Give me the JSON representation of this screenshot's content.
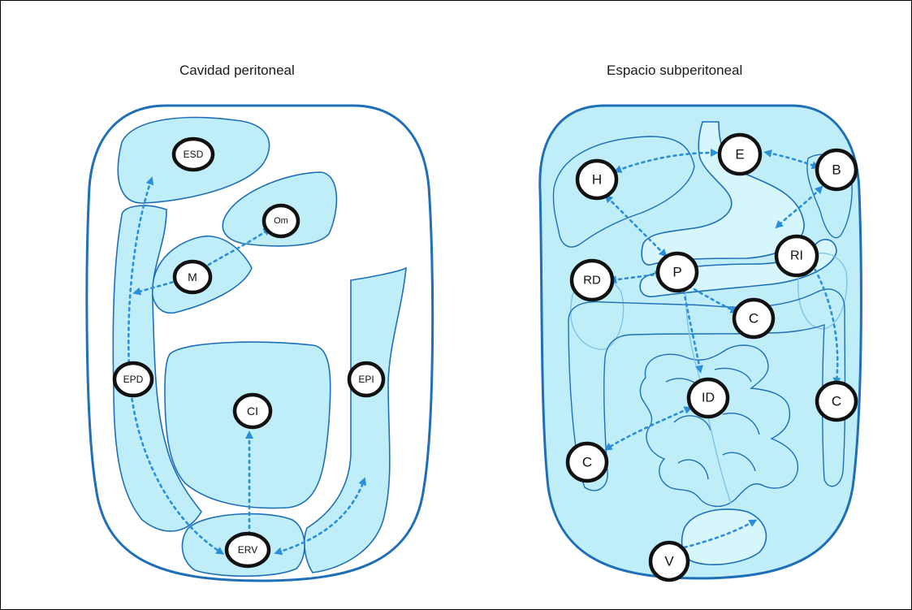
{
  "panels": {
    "left_title": "Cavidad peritoneal",
    "right_title": "Espacio subperitoneal"
  },
  "left_nodes": {
    "esd": "ESD",
    "om": "Om",
    "m": "M",
    "epd": "EPD",
    "ci": "CI",
    "epi": "EPI",
    "erv": "ERV"
  },
  "right_nodes": {
    "e": "E",
    "b": "B",
    "h": "H",
    "ri": "RI",
    "p": "P",
    "rd": "RD",
    "c1": "C",
    "id": "ID",
    "c2": "C",
    "c3": "C",
    "v": "V"
  },
  "colors": {
    "fill": "#bfeef8",
    "outline": "#1f6fb8",
    "arrow": "#2a8ed8"
  }
}
